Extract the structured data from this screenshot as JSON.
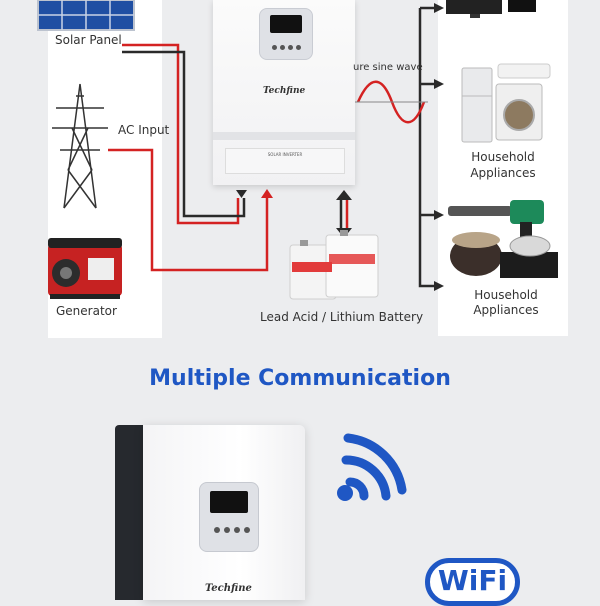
{
  "labels": {
    "solar_panel": "Solar Panel",
    "ac_input": "AC Input",
    "generator": "Generator",
    "pure_sine_wave": "ure sine wave",
    "battery": "Lead Acid / Lithium Battery",
    "household_1": [
      "Household",
      "Appliances"
    ],
    "household_2": [
      "Household",
      "Appliances"
    ]
  },
  "brand": "Techfine",
  "inverter_plate": "SOLAR INVERTER",
  "heading": "Multiple Communication",
  "wifi_badge": "WiFi",
  "icons": [
    "solar-panel-icon",
    "transmission-tower-icon",
    "generator-icon",
    "battery-icon",
    "tv-icon",
    "refrigerator-icon",
    "washing-machine-icon",
    "air-conditioner-icon",
    "drill-icon",
    "rice-cooker-icon",
    "stove-icon",
    "wifi-icon"
  ],
  "colors": {
    "wire_red": "#d42222",
    "wire_dark": "#2a2a2a",
    "heading_blue": "#1f57c4",
    "background": "#ecedef"
  }
}
